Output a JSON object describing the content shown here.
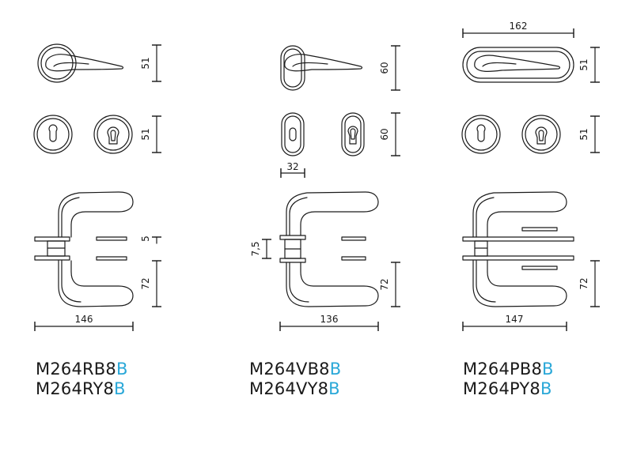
{
  "colors": {
    "line": "#1a1a1a",
    "accent": "#2aa8d8"
  },
  "variants": [
    {
      "id": "R",
      "dims": {
        "rose_dia": "51",
        "escutcheon_dia": "51",
        "gap": "5",
        "handle_height": "72",
        "length": "146"
      },
      "codes": [
        {
          "base": "M264RB8",
          "suffix": "B"
        },
        {
          "base": "M264RY8",
          "suffix": "B"
        }
      ]
    },
    {
      "id": "V",
      "dims": {
        "rose_height": "60",
        "escutcheon_height": "60",
        "escutcheon_width": "32",
        "gap": "7,5",
        "handle_height": "72",
        "length": "136"
      },
      "codes": [
        {
          "base": "M264VB8",
          "suffix": "B"
        },
        {
          "base": "M264VY8",
          "suffix": "B"
        }
      ]
    },
    {
      "id": "P",
      "dims": {
        "plate_width": "162",
        "plate_height": "51",
        "escutcheon_dia": "51",
        "handle_height": "72",
        "length": "147"
      },
      "codes": [
        {
          "base": "M264PB8",
          "suffix": "B"
        },
        {
          "base": "M264PY8",
          "suffix": "B"
        }
      ]
    }
  ]
}
